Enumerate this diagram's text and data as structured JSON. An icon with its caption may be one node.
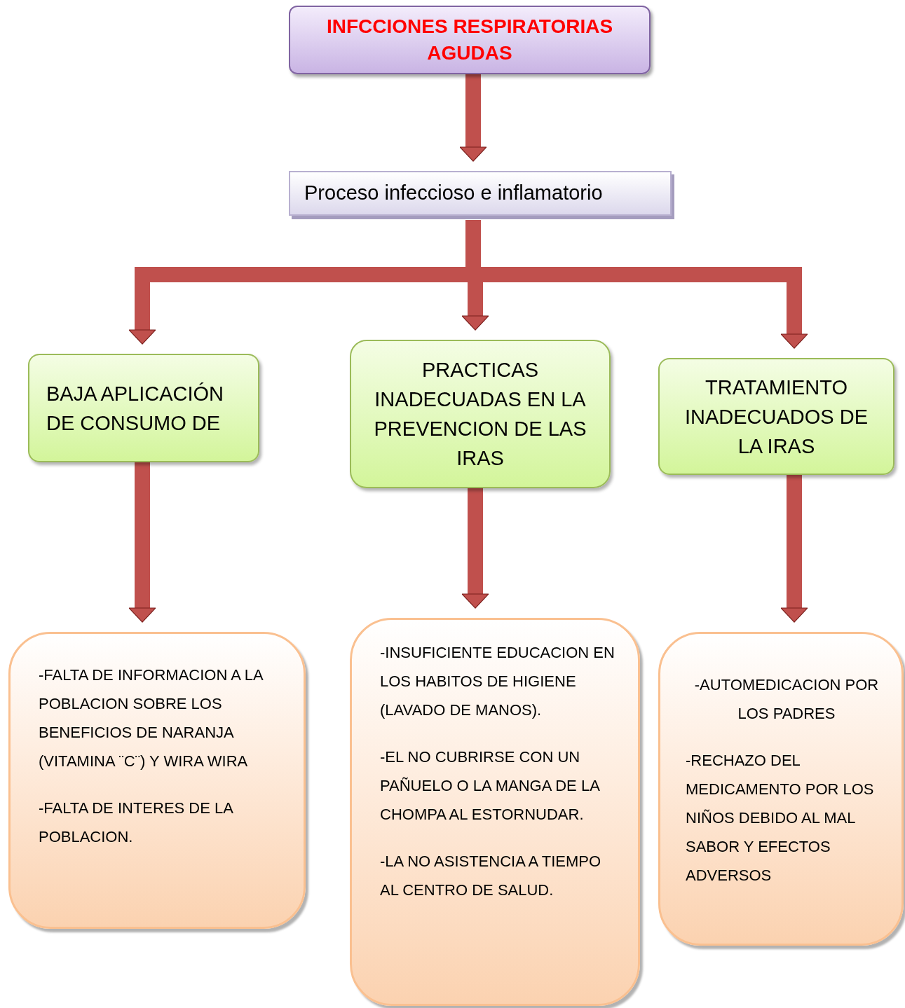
{
  "diagram": {
    "nodes": [
      {
        "text": [
          "INFCCIONES RESPIRATORIAS AGUDAS"
        ]
      },
      {
        "text": [
          "Proceso infeccioso e inflamatorio"
        ]
      },
      {
        "text": [
          "BAJA APLICACIÓN DE CONSUMO DE"
        ]
      },
      {
        "text": [
          "PRACTICAS INADECUADAS EN LA PREVENCION DE LAS IRAS"
        ]
      },
      {
        "text": [
          "TRATAMIENTO INADECUADOS DE LA  IRAS"
        ]
      },
      {
        "text": [
          "-FALTA DE INFORMACION A LA POBLACION SOBRE  LOS BENEFICIOS DE NARANJA (VITAMINA ¨C¨) Y WIRA WIRA",
          "-FALTA DE INTERES DE LA POBLACION."
        ]
      },
      {
        "text": [
          "-INSUFICIENTE EDUCACION EN LOS HABITOS DE HIGIENE (LAVADO DE MANOS).",
          "-EL NO CUBRIRSE CON UN PAÑUELO O LA MANGA DE LA CHOMPA AL ESTORNUDAR.",
          "-LA NO ASISTENCIA A TIEMPO AL CENTRO DE SALUD."
        ]
      },
      {
        "text": [
          "-AUTOMEDICACION POR LOS PADRES",
          "-RECHAZO DEL MEDICAMENTO POR LOS NIÑOS DEBIDO AL MAL SABOR Y EFECTOS ADVERSOS"
        ]
      }
    ],
    "edges": [
      {
        "from": 0,
        "to": 1,
        "arrow": "to"
      },
      {
        "from": 1,
        "to": 2,
        "arrow": "to"
      },
      {
        "from": 1,
        "to": 3,
        "arrow": "to"
      },
      {
        "from": 1,
        "to": 4,
        "arrow": "to"
      },
      {
        "from": 2,
        "to": 5,
        "arrow": "to"
      },
      {
        "from": 3,
        "to": 6,
        "arrow": "to"
      },
      {
        "from": 4,
        "to": 7,
        "arrow": "to"
      }
    ]
  }
}
